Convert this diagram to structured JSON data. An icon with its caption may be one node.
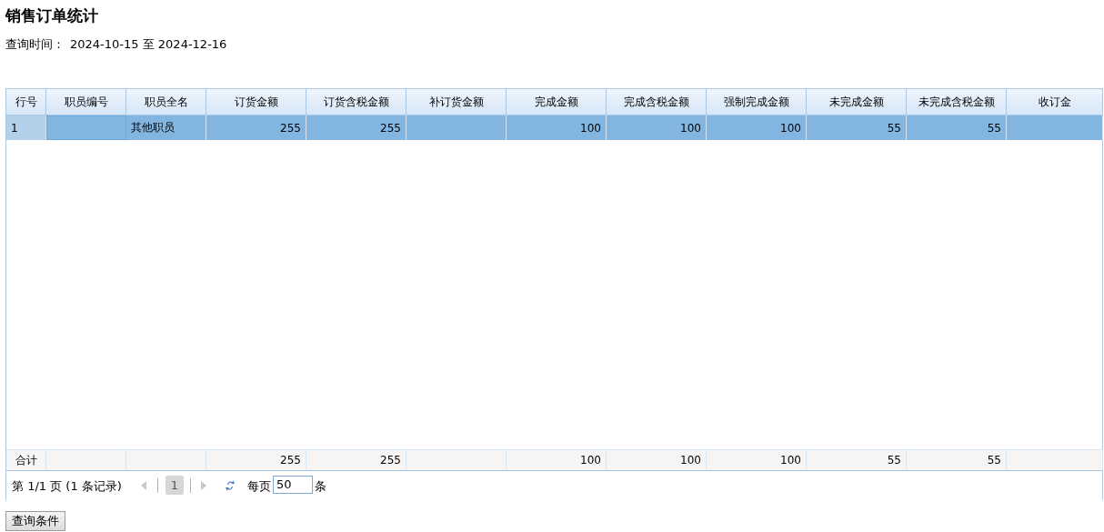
{
  "diagram": {
    "title": "销售订单统计",
    "labels": [
      "查询时间：",
      "2024-10-15 至 2024-12-16",
      "行号",
      "职员编号",
      "职员全名",
      "订货金额",
      "订货含税金额",
      "补订货金额",
      "完成金额",
      "完成含税金额",
      "强制完成金额",
      "未完成金额",
      "未完成含税金额",
      "收订金",
      "1",
      "其他职员",
      "255",
      "255",
      "100",
      "100",
      "100",
      "55",
      "55",
      "合计",
      "255",
      "255",
      "100",
      "100",
      "100",
      "55",
      "55",
      "第 1/1 页 (1 条记录)",
      "1",
      "每页",
      "50",
      "条",
      "查询条件"
    ]
  }
}
